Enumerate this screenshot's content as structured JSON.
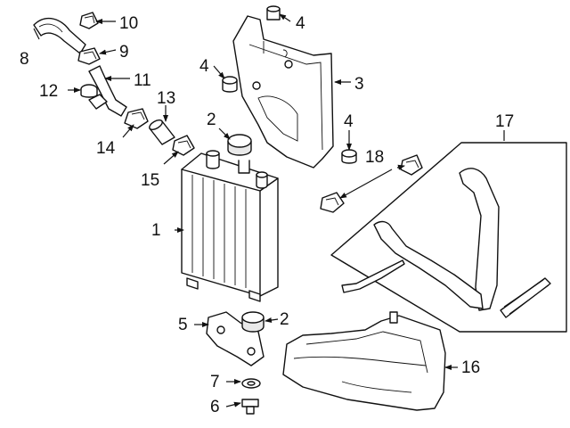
{
  "callouts": [
    {
      "key": "c1",
      "text": "1"
    },
    {
      "key": "c2a",
      "text": "2"
    },
    {
      "key": "c2b",
      "text": "2"
    },
    {
      "key": "c3",
      "text": "3"
    },
    {
      "key": "c4a",
      "text": "4"
    },
    {
      "key": "c4b",
      "text": "4"
    },
    {
      "key": "c4c",
      "text": "4"
    },
    {
      "key": "c5",
      "text": "5"
    },
    {
      "key": "c6",
      "text": "6"
    },
    {
      "key": "c7",
      "text": "7"
    },
    {
      "key": "c8",
      "text": "8"
    },
    {
      "key": "c9",
      "text": "9"
    },
    {
      "key": "c10",
      "text": "10"
    },
    {
      "key": "c11",
      "text": "11"
    },
    {
      "key": "c12",
      "text": "12"
    },
    {
      "key": "c13",
      "text": "13"
    },
    {
      "key": "c14",
      "text": "14"
    },
    {
      "key": "c15",
      "text": "15"
    },
    {
      "key": "c16",
      "text": "16"
    },
    {
      "key": "c17",
      "text": "17"
    },
    {
      "key": "c18",
      "text": "18"
    }
  ],
  "colors": {
    "line": "#111111",
    "background": "#ffffff",
    "shade": "#e9e9e9"
  }
}
